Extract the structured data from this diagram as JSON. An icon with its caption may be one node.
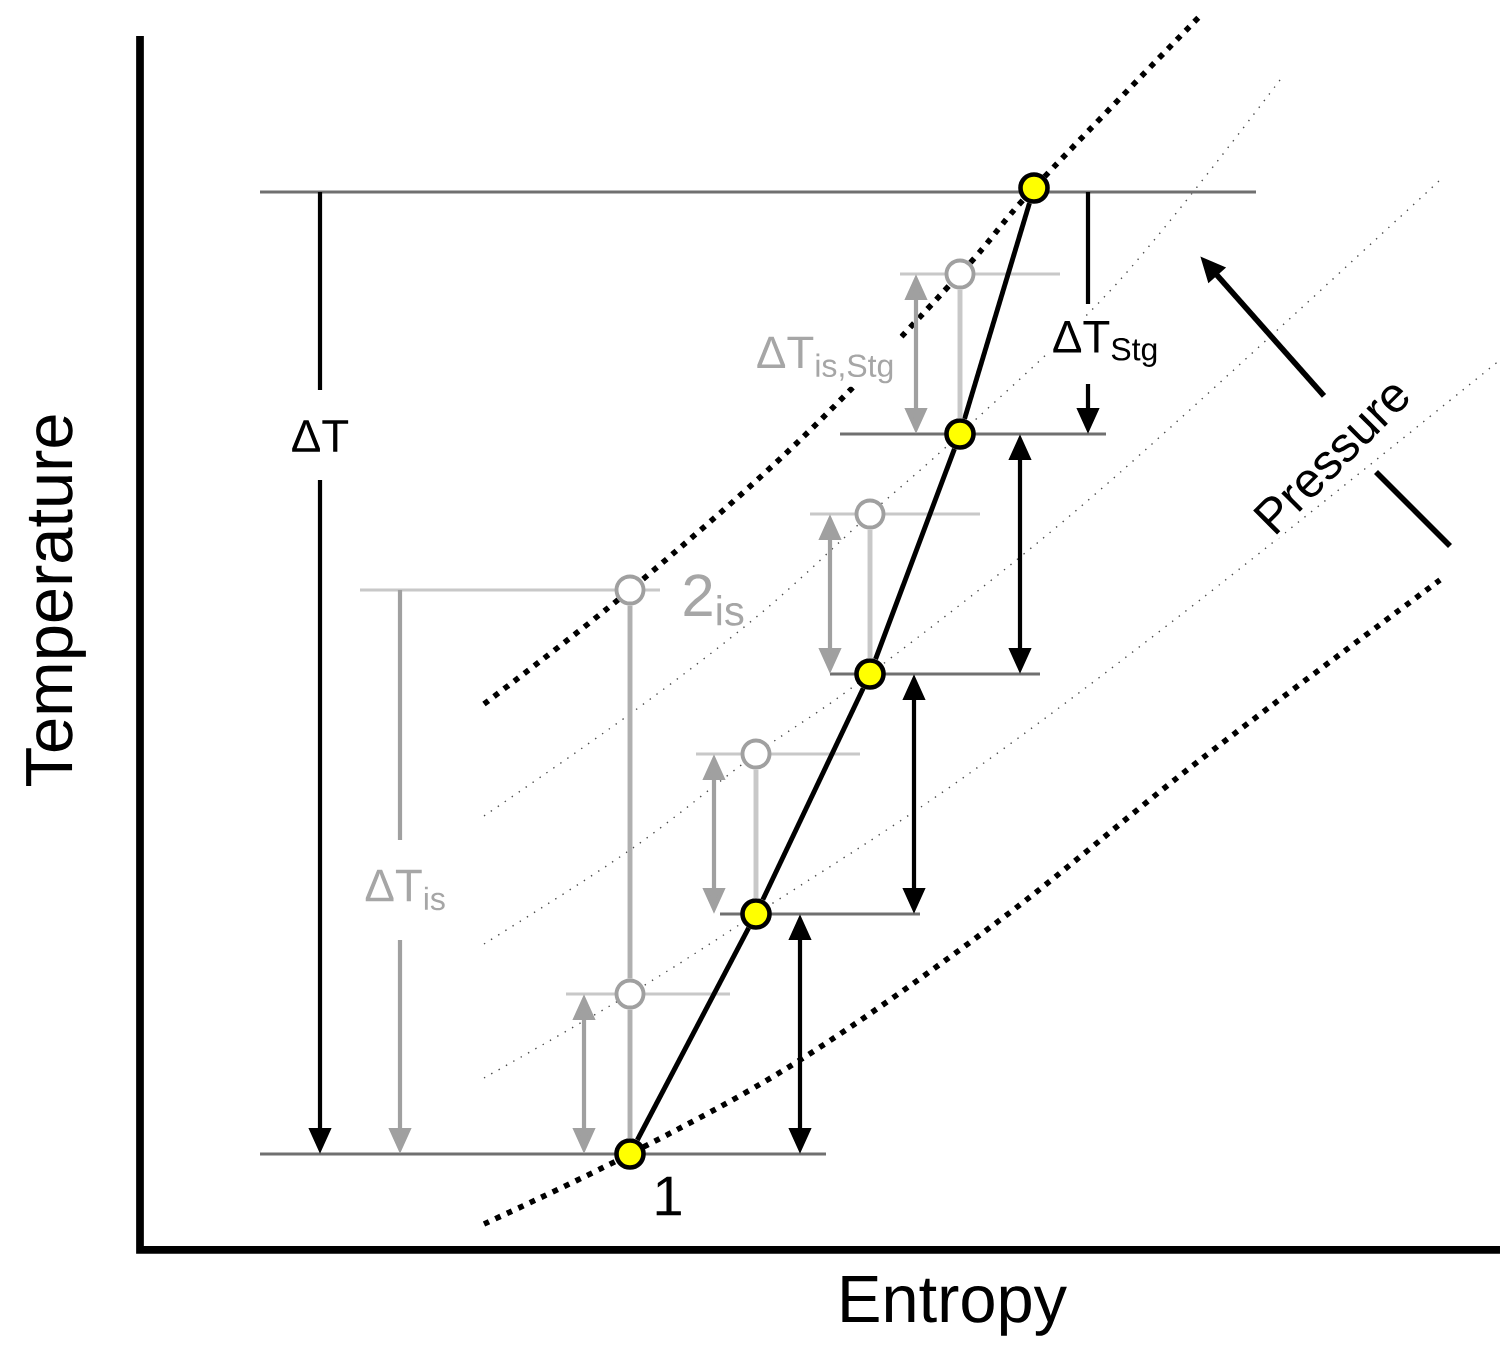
{
  "diagram": {
    "nodes": [
      {
        "text": [],
        "shape": "circle",
        "beside": [
          "1"
        ]
      },
      {
        "text": [],
        "shape": "circle"
      },
      {
        "text": [],
        "shape": "circle"
      },
      {
        "text": [],
        "shape": "circle"
      },
      {
        "text": [],
        "shape": "circle"
      },
      {
        "text": [],
        "shape": "circle"
      },
      {
        "text": [],
        "shape": "circle"
      },
      {
        "text": [],
        "shape": "circle"
      },
      {
        "text": [],
        "shape": "circle"
      },
      {
        "text": [],
        "shape": "circle",
        "beside": [
          "2$_{is}$"
        ]
      }
    ],
    "edges": [
      {
        "from": 0,
        "to": 1,
        "arrow": "none"
      },
      {
        "from": 1,
        "to": 2,
        "arrow": "none"
      },
      {
        "from": 2,
        "to": 3,
        "arrow": "none"
      },
      {
        "from": 3,
        "to": 4,
        "arrow": "none"
      },
      {
        "from": 0,
        "to": 5,
        "arrow": "none",
        "color": "#b0b0b0"
      },
      {
        "from": 5,
        "to": 9,
        "arrow": "none",
        "color": "#b0b0b0"
      },
      {
        "from": 1,
        "to": 6,
        "arrow": "none",
        "color": "#c8c8c8"
      },
      {
        "from": 2,
        "to": 7,
        "arrow": "none",
        "color": "#c8c8c8"
      },
      {
        "from": 3,
        "to": 8,
        "arrow": "none",
        "color": "#c8c8c8"
      }
    ],
    "labels": [
      "Temperature",
      "Entropy",
      "ΔT",
      "ΔT$_{is}$",
      "ΔT$_{is,Stg}$",
      "ΔT$_{Stg}$",
      "Pressure"
    ]
  }
}
